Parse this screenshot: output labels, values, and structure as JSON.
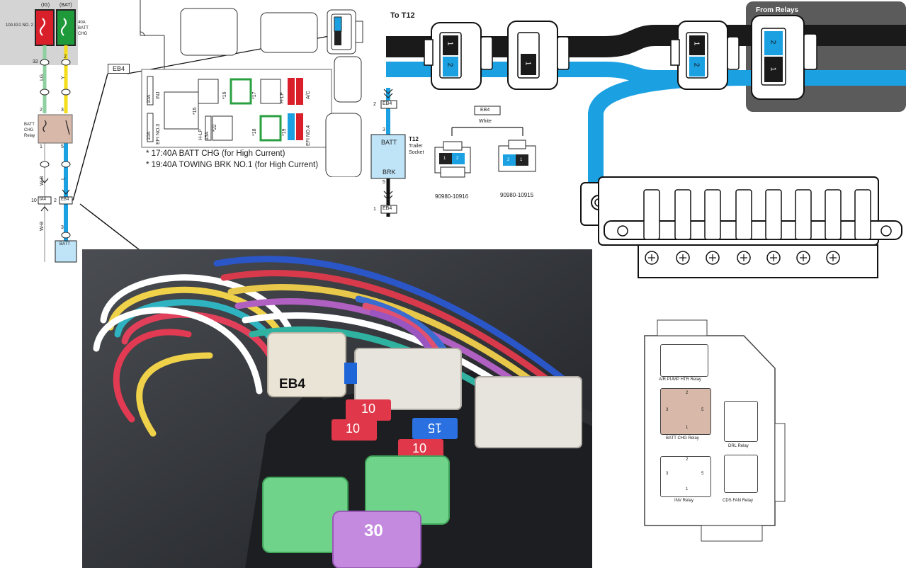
{
  "schematic": {
    "fuse_ig_header": "(IG)",
    "fuse_bat_header": "(BAT)",
    "fuse_ig_label": "10A IG1 NO. 2",
    "fuse_bat_label": "40A BATT CHG",
    "pin_32": "32",
    "pin_2_top": "2",
    "wire_lg": "LG",
    "wire_y": "Y",
    "relay_label": "BATT CHG Relay",
    "relay_pin_2": "2",
    "relay_pin_3": "3",
    "relay_pin_1": "1",
    "relay_pin_5": "5",
    "wire_wb_1": "W-B",
    "wire_l": "L",
    "pin_10": "10",
    "conn_ia4": "IA4",
    "pin_2_eb4": "2",
    "conn_eb4": "EB4",
    "wire_wb_2": "W-B",
    "pin_3_batt": "3",
    "batt": "BATT"
  },
  "fuse_box": {
    "eb4_tag": "EB4",
    "fuse_left_1": "10A",
    "fuse_left_1b": "INJ",
    "fuse_left_2": "10A",
    "fuse_left_2b": "EFI NO.3",
    "mark_16": "*16",
    "mark_17": "*17",
    "mark_15": "*15",
    "mark_22": "*22",
    "mark_18": "*18",
    "mark_19": "*19",
    "fuse_15a": "15A",
    "fuse_15a_b": "H-LP",
    "right_ac": "A/C",
    "right_efi4": "EFI NO.4",
    "right_hlp": "H-LP",
    "note_1": "* 17:40A BATT CHG (for High Current)",
    "note_2": "* 19:40A TOWING BRK NO.1 (for High Current)"
  },
  "trailer": {
    "pin_2": "2",
    "eb4_top": "EB4",
    "pin_3": "3",
    "batt": "BATT",
    "brk": "BRK",
    "pin_5": "5",
    "pin_1": "1",
    "eb4_bottom": "EB4",
    "t12_title": "T12",
    "t12_sub": "Trailer Socket"
  },
  "connectors": {
    "eb4_tag": "EB4",
    "color": "White",
    "part_left": "90980-10916",
    "part_right": "90980-10915",
    "pin_a": "1",
    "pin_b": "2"
  },
  "harness": {
    "to_t12": "To  T12",
    "from_relays": "From Relays",
    "pin_1": "1",
    "pin_2": "2"
  },
  "photo": {
    "eb4_label": "EB4",
    "fuse_10_a": "10",
    "fuse_10_b": "10",
    "fuse_15": "15",
    "fuse_10_c": "10",
    "fuse_30": "30"
  },
  "relay_block": {
    "air_pump": "A/R PUMP HTR Relay",
    "batt_chg": "BATT CHG Relay",
    "drl": "DRL Relay",
    "inv": "INV Relay",
    "cds_fan": "CDS FAN Relay",
    "p1": "1",
    "p2": "2",
    "p3": "3",
    "p5": "5"
  },
  "colors": {
    "blue_wire": "#1ba1e2",
    "black_wire": "#1a1a1a",
    "fuse_red": "#d9202a",
    "fuse_green": "#1f9a3a",
    "relay_tan": "#d8b8a8",
    "highlight_green": "#2aa042",
    "batt_blue": "#bfe3f7",
    "panel_gray": "#5b5b5b"
  }
}
